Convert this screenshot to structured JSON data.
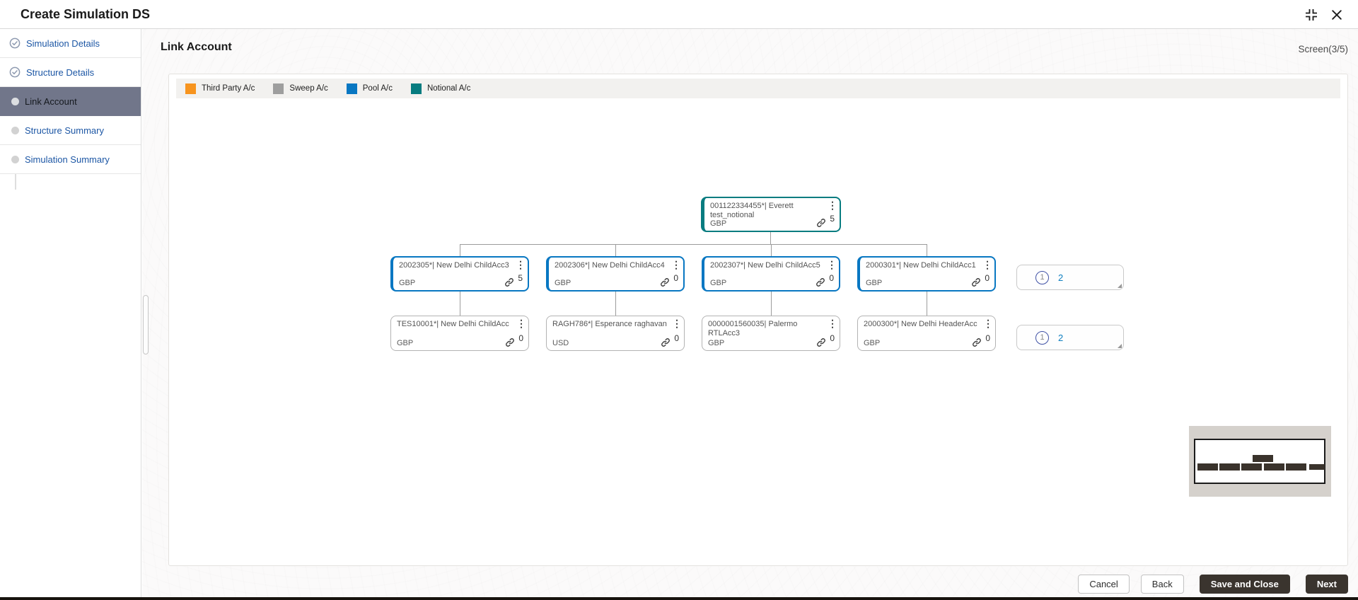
{
  "window": {
    "title": "Create Simulation DS",
    "screen_indicator": "Screen(3/5)"
  },
  "sidebar": {
    "steps": [
      {
        "label": "Simulation Details",
        "state": "completed"
      },
      {
        "label": "Structure Details",
        "state": "completed"
      },
      {
        "label": "Link Account",
        "state": "active"
      },
      {
        "label": "Structure Summary",
        "state": "pending"
      },
      {
        "label": "Simulation Summary",
        "state": "pending"
      }
    ]
  },
  "main": {
    "heading": "Link Account",
    "legend": [
      {
        "label": "Third Party A/c",
        "color": "#F7941E"
      },
      {
        "label": "Sweep A/c",
        "color": "#9E9E9E"
      },
      {
        "label": "Pool A/c",
        "color": "#0877C2"
      },
      {
        "label": "Notional A/c",
        "color": "#077C80"
      }
    ]
  },
  "tree": {
    "nodes": [
      {
        "title": "001122334455*| Everett test_notional",
        "currency": "GBP",
        "links": "5",
        "type": "notional"
      },
      {
        "title": "2002305*| New Delhi ChildAcc3",
        "currency": "GBP",
        "links": "5",
        "type": "pool"
      },
      {
        "title": "2002306*| New Delhi ChildAcc4",
        "currency": "GBP",
        "links": "0",
        "type": "pool"
      },
      {
        "title": "2002307*| New Delhi ChildAcc5",
        "currency": "GBP",
        "links": "0",
        "type": "pool"
      },
      {
        "title": "2000301*| New Delhi ChildAcc1",
        "currency": "GBP",
        "links": "0",
        "type": "pool"
      },
      {
        "title": "TES10001*| New Delhi ChildAcc",
        "currency": "GBP",
        "links": "0",
        "type": "sweep"
      },
      {
        "title": "RAGH786*| Esperance raghavan",
        "currency": "USD",
        "links": "0",
        "type": "sweep"
      },
      {
        "title": "0000001560035| Palermo RTLAcc3",
        "currency": "GBP",
        "links": "0",
        "type": "sweep"
      },
      {
        "title": "2000300*| New Delhi HeaderAcc",
        "currency": "GBP",
        "links": "0",
        "type": "sweep"
      }
    ],
    "more_badges": [
      {
        "indicator": "1",
        "count": "2"
      },
      {
        "indicator": "1",
        "count": "2"
      }
    ]
  },
  "footer": {
    "buttons": [
      {
        "label": "Cancel",
        "style": "outline"
      },
      {
        "label": "Back",
        "style": "outline"
      },
      {
        "label": "Save and Close",
        "style": "solid"
      },
      {
        "label": "Next",
        "style": "solid"
      }
    ]
  },
  "colors": {
    "third_party": "#F7941E",
    "sweep": "#9E9E9E",
    "pool": "#0877C2",
    "notional": "#077C80",
    "active_step_bg": "#71768A",
    "step_link_text": "#1D57A5",
    "dark_button": "#3A342E"
  }
}
